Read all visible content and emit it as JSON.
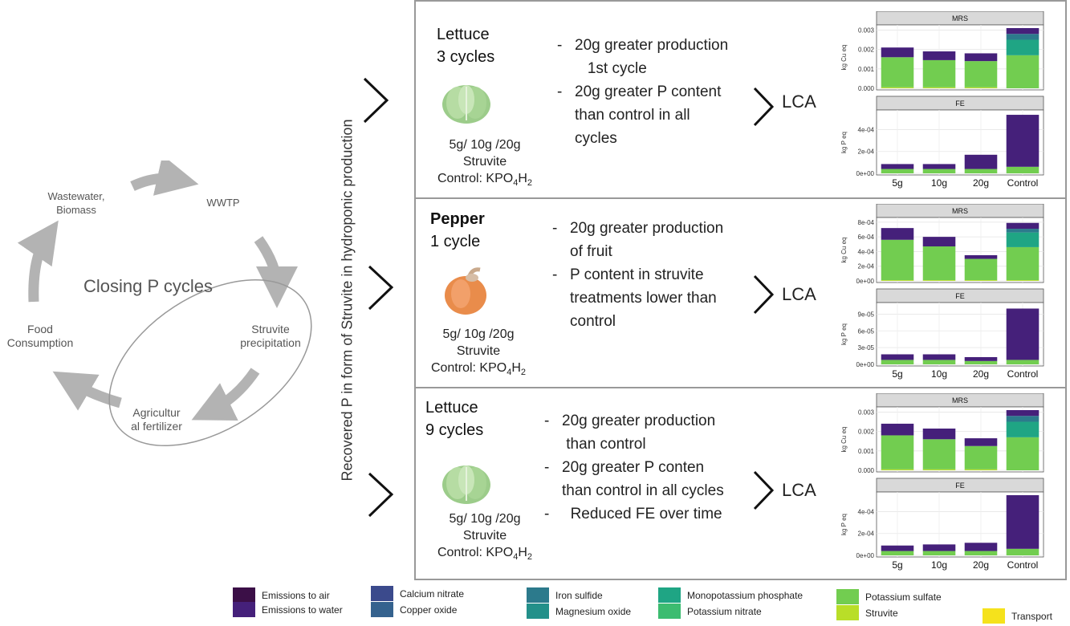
{
  "cycle": {
    "center_label": "Closing P cycles",
    "nodes": [
      "Wastewater,\nBiomass",
      "WWTP",
      "Struvite\nprecipitation",
      "Agricultur\nal fertilizer",
      "Food\nConsumption"
    ]
  },
  "vertical_label": "Recovered P in form of Struvite in hydroponic production",
  "panels": [
    {
      "crop": "Lettuce",
      "cycles": "3 cycles",
      "icon": "lettuce-icon",
      "treatments": "5g/ 10g /20g",
      "struvite": "Struvite",
      "control": "Control: KPO",
      "findings": [
        "20g greater production\n   1st cycle",
        "20g greater P content\nthan control in all\ncycles"
      ],
      "lca": "LCA"
    },
    {
      "crop": "Pepper",
      "cycles": "1 cycle",
      "icon": "pepper-icon",
      "treatments": "5g/ 10g /20g",
      "struvite": "Struvite",
      "control": "Control: KPO",
      "findings": [
        "20g greater production\nof fruit",
        "P content in struvite\ntreatments lower than\ncontrol"
      ],
      "lca": "LCA"
    },
    {
      "crop": "Lettuce",
      "cycles": "9 cycles",
      "icon": "lettuce-icon",
      "treatments": "5g/ 10g /20g",
      "struvite": "Struvite",
      "control": "Control: KPO",
      "findings": [
        "20g greater production\n than control",
        "20g greater P conten\nthan control in all cycles",
        "  Reduced FE over time"
      ],
      "lca": "LCA"
    }
  ],
  "chart_data": [
    {
      "type": "bar",
      "stacked": true,
      "title": "MRS",
      "ylabel": "kg Cu eq",
      "categories": [
        "5g",
        "10g",
        "20g",
        "Control"
      ],
      "ylim": [
        0,
        0.0031
      ],
      "ticks": [
        "0.000",
        "0.001",
        "0.002",
        "0.003"
      ],
      "tick_values": [
        0,
        0.001,
        0.002,
        0.003
      ],
      "series": [
        {
          "name": "Struvite",
          "values": [
            5e-05,
            5e-05,
            5e-05,
            0
          ]
        },
        {
          "name": "Potassium sulfate",
          "values": [
            0.00155,
            0.0014,
            0.00135,
            0.0017
          ]
        },
        {
          "name": "Monopotassium phosphate",
          "values": [
            0,
            0,
            0,
            0.0008
          ]
        },
        {
          "name": "Iron sulfide",
          "values": [
            0,
            0,
            0,
            0.0003
          ]
        },
        {
          "name": "Emissions to water",
          "values": [
            0.0005,
            0.00045,
            0.0004,
            0.0003
          ]
        }
      ]
    },
    {
      "type": "bar",
      "stacked": true,
      "title": "FE",
      "ylabel": "kg P eq",
      "categories": [
        "5g",
        "10g",
        "20g",
        "Control"
      ],
      "ylim": [
        0,
        0.00055
      ],
      "ticks": [
        "0e+00",
        "2e-04",
        "4e-04"
      ],
      "tick_values": [
        0,
        0.0002,
        0.0004
      ],
      "series": [
        {
          "name": "Potassium sulfate",
          "values": [
            4e-05,
            4e-05,
            4e-05,
            6e-05
          ]
        },
        {
          "name": "Emissions to water",
          "values": [
            4.5e-05,
            4.5e-05,
            0.00013,
            0.000475
          ]
        }
      ]
    },
    {
      "type": "bar",
      "stacked": true,
      "title": "MRS",
      "ylabel": "kg Cu eq",
      "categories": [
        "5g",
        "10g",
        "20g",
        "Control"
      ],
      "ylim": [
        0,
        0.00082
      ],
      "ticks": [
        "0e+00",
        "2e-04",
        "4e-04",
        "6e-04",
        "8e-04"
      ],
      "tick_values": [
        0,
        0.0002,
        0.0004,
        0.0006,
        0.0008
      ],
      "series": [
        {
          "name": "Struvite",
          "values": [
            1e-05,
            1e-05,
            1e-05,
            1e-05
          ]
        },
        {
          "name": "Potassium sulfate",
          "values": [
            0.00055,
            0.00046,
            0.00029,
            0.00045
          ]
        },
        {
          "name": "Monopotassium phosphate",
          "values": [
            0,
            0,
            0,
            0.0002
          ]
        },
        {
          "name": "Iron sulfide",
          "values": [
            0,
            0,
            0,
            5e-05
          ]
        },
        {
          "name": "Emissions to water",
          "values": [
            0.00016,
            0.00013,
            5e-05,
            8e-05
          ]
        }
      ]
    },
    {
      "type": "bar",
      "stacked": true,
      "title": "FE",
      "ylabel": "kg P eq",
      "categories": [
        "5g",
        "10g",
        "20g",
        "Control"
      ],
      "ylim": [
        0,
        0.000105
      ],
      "ticks": [
        "0e+00",
        "3e-05",
        "6e-05",
        "9e-05"
      ],
      "tick_values": [
        0,
        3e-05,
        6e-05,
        9e-05
      ],
      "series": [
        {
          "name": "Potassium sulfate",
          "values": [
            8e-06,
            8e-06,
            6e-06,
            8e-06
          ]
        },
        {
          "name": "Emissions to water",
          "values": [
            1e-05,
            1e-05,
            7e-06,
            9.2e-05
          ]
        }
      ]
    },
    {
      "type": "bar",
      "stacked": true,
      "title": "MRS",
      "ylabel": "kg Cu eq",
      "categories": [
        "5g",
        "10g",
        "20g",
        "Control"
      ],
      "ylim": [
        0,
        0.0031
      ],
      "ticks": [
        "0.000",
        "0.001",
        "0.002",
        "0.003"
      ],
      "tick_values": [
        0,
        0.001,
        0.002,
        0.003
      ],
      "series": [
        {
          "name": "Struvite",
          "values": [
            5e-05,
            5e-05,
            5e-05,
            0
          ]
        },
        {
          "name": "Potassium sulfate",
          "values": [
            0.00175,
            0.00155,
            0.0012,
            0.0017
          ]
        },
        {
          "name": "Monopotassium phosphate",
          "values": [
            0,
            0,
            0,
            0.0008
          ]
        },
        {
          "name": "Iron sulfide",
          "values": [
            0,
            0,
            0,
            0.0003
          ]
        },
        {
          "name": "Emissions to water",
          "values": [
            0.0006,
            0.00055,
            0.0004,
            0.0003
          ]
        }
      ]
    },
    {
      "type": "bar",
      "stacked": true,
      "title": "FE",
      "ylabel": "kg P eq",
      "categories": [
        "5g",
        "10g",
        "20g",
        "Control"
      ],
      "ylim": [
        0,
        0.00055
      ],
      "ticks": [
        "0e+00",
        "2e-04",
        "4e-04"
      ],
      "tick_values": [
        0,
        0.0002,
        0.0004
      ],
      "series": [
        {
          "name": "Potassium sulfate",
          "values": [
            4e-05,
            4e-05,
            4e-05,
            6e-05
          ]
        },
        {
          "name": "Emissions to water",
          "values": [
            5e-05,
            6e-05,
            7.5e-05,
            0.00049
          ]
        }
      ]
    }
  ],
  "legend": [
    {
      "label": "Emissions to air",
      "color": "#3b0f47"
    },
    {
      "label": "Emissions to water",
      "color": "#45207a"
    },
    {
      "label": "Calcium nitrate",
      "color": "#3b4a8c"
    },
    {
      "label": "Copper oxide",
      "color": "#35628e"
    },
    {
      "label": "Iron sulfide",
      "color": "#2c7a8c"
    },
    {
      "label": "Magnesium oxide",
      "color": "#23908a"
    },
    {
      "label": "Monopotassium phosphate",
      "color": "#1fa584"
    },
    {
      "label": "Potassium nitrate",
      "color": "#3cbc70"
    },
    {
      "label": "Potassium sulfate",
      "color": "#72cd50"
    },
    {
      "label": "Struvite",
      "color": "#b9de28"
    },
    {
      "label": "Transport",
      "color": "#f5e21c"
    }
  ]
}
